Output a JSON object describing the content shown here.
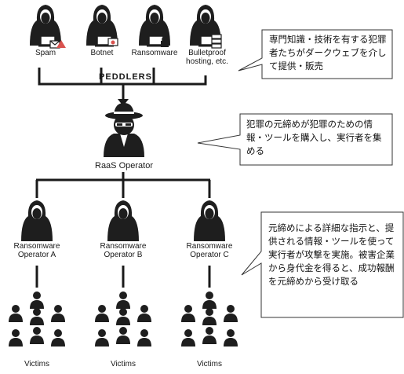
{
  "peddlers": {
    "items": [
      {
        "label": "Spam",
        "icon": "envelope-icon"
      },
      {
        "label": "Botnet",
        "icon": "infected-computer-icon"
      },
      {
        "label": "Ransomware",
        "icon": "lock-icon"
      },
      {
        "label": "Bulletproof\nhosting, etc.",
        "icon": "server-icon"
      }
    ],
    "group_label": "PEDDLERS"
  },
  "raas_operator": {
    "label": "RaaS Operator",
    "icon": "spy-hacker-icon"
  },
  "ransomware_operators": [
    {
      "label": "Ransomware\nOperator A"
    },
    {
      "label": "Ransomware\nOperator B"
    },
    {
      "label": "Ransomware\nOperator C"
    }
  ],
  "victims": [
    {
      "label": "Victims"
    },
    {
      "label": "Victims"
    },
    {
      "label": "Victims"
    }
  ],
  "callouts": [
    {
      "text": "専門知識・技術を有する犯罪者たちがダークウェブを介して提供・販売"
    },
    {
      "text": "犯罪の元締めが犯罪のための情報・ツールを購入し、実行者を集める"
    },
    {
      "text": "元締めによる詳細な指示と、提供される情報・ツールを使って実行者が攻撃を実施。被害企業から身代金を得ると、成功報酬を元締めから受け取る"
    }
  ],
  "colors": {
    "figure": "#1e1e1e",
    "line": "#1a1a1a",
    "alert": "#d9534f",
    "callout_border": "#333333"
  }
}
